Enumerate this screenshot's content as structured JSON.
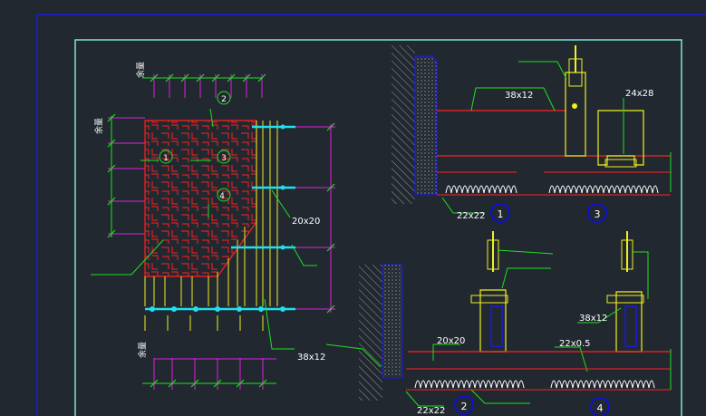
{
  "colors": {
    "background": "#212830",
    "outer_frame": "#1a1ae0",
    "inner_frame": "#7fe6d8",
    "dim": "#e020e0",
    "tick": "#20e020",
    "red": "#ff2020",
    "yellow": "#f0f020",
    "cyan": "#20e0f0",
    "white": "#ffffff",
    "grey": "#9a9a9a",
    "callout_circle": "#1010d0"
  },
  "plan": {
    "top_scale_label": "余量",
    "left_scale_label": "余量",
    "bottom_scale_label": "余量",
    "callout_2": "2",
    "callout_1": "1",
    "callout_3": "3",
    "callout_4": "4",
    "label_20x20": "20x20",
    "label_38x12": "38x12"
  },
  "details": {
    "label_38x12_top": "38x12",
    "label_24x28": "24x28",
    "label_22x22_d1": "22x22",
    "circle_1": "1",
    "circle_3": "3",
    "label_20x20_d2": "20x20",
    "label_38x12_d4": "38x12",
    "label_22x05": "22x0.5",
    "label_22x22_d2": "22x22",
    "circle_2": "2",
    "circle_4": "4"
  }
}
